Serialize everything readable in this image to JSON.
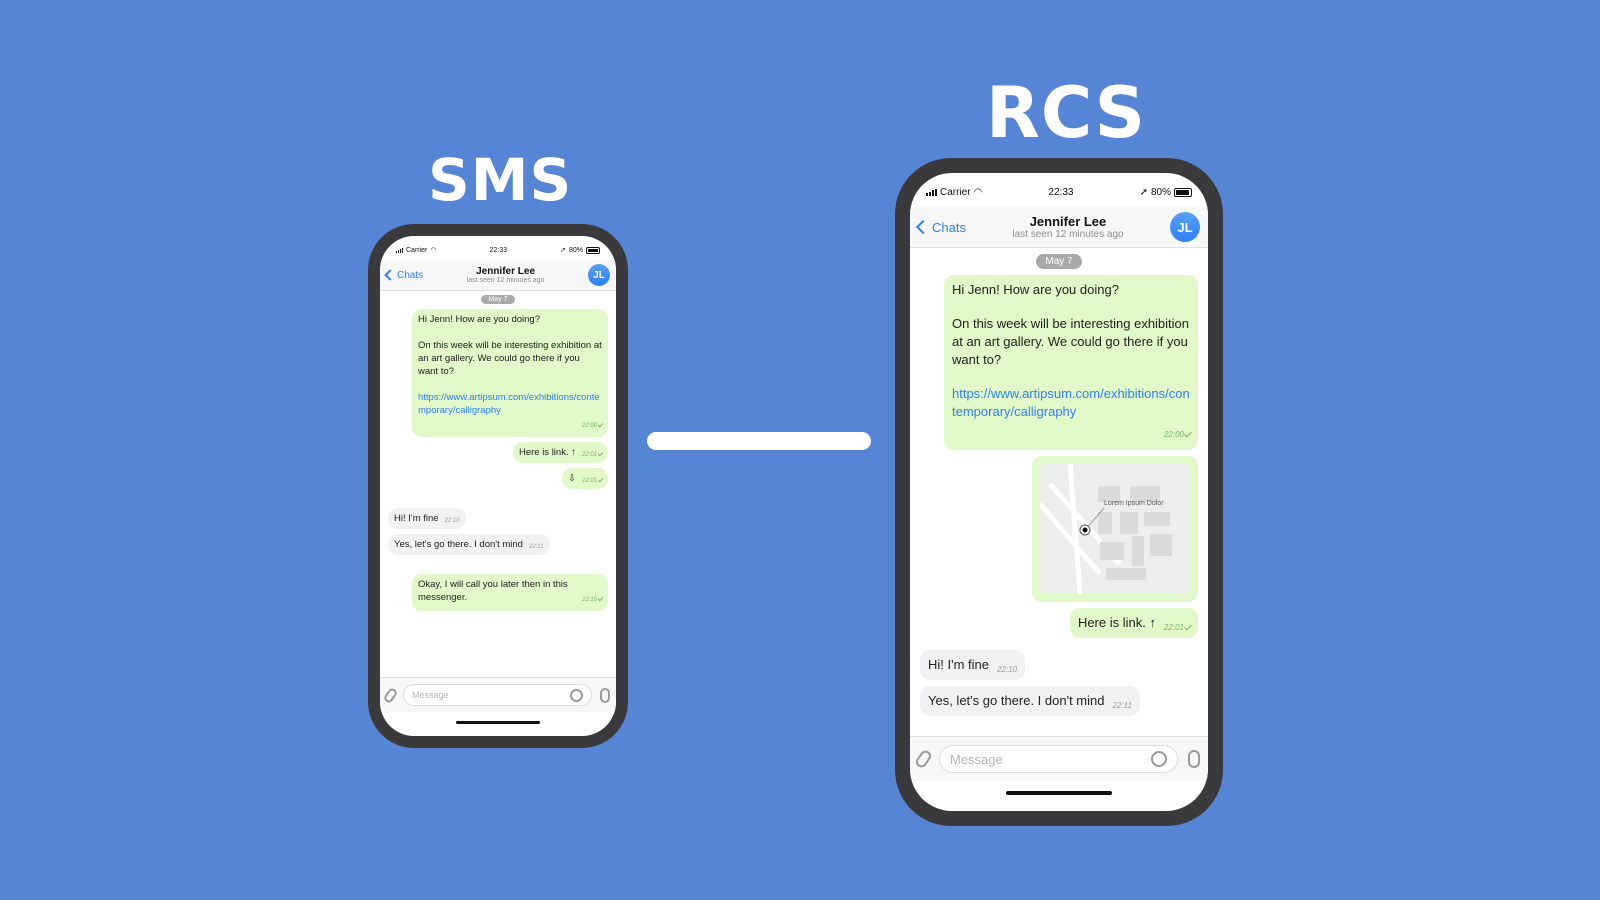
{
  "labels": {
    "sms": "SMS",
    "rcs": "RCS"
  },
  "colors": {
    "background": "#5785d5",
    "bubble_out": "#e1f8c8",
    "bubble_in": "#f1f1f3",
    "accent": "#2d7ff9"
  },
  "phone": {
    "status": {
      "carrier": "Carrier",
      "time": "22:33",
      "battery": "80%"
    },
    "nav": {
      "back": "Chats",
      "name": "Jennifer Lee",
      "subtitle": "last seen 12 minutes ago",
      "avatar": "JL"
    },
    "date": "May 7",
    "input_placeholder": "Message"
  },
  "sms_chat": {
    "msg1_line1": "Hi Jenn! How are you doing?",
    "msg1_line2": "On this week will be interesting exhibition at an art gallery. We could go there if you want to?",
    "msg1_link": "https://www.artipsum.com/exhibitions/contemporary/calligraphy",
    "msg1_time": "22:00",
    "msg2": "Here is link. ↑",
    "msg2_time": "22:01",
    "msg3": "⇩",
    "msg3_time": "22:01",
    "in1": "Hi! I'm fine",
    "in1_time": "22:10",
    "in2": "Yes, let's go there. I don't mind",
    "in2_time": "22:11",
    "msg4": "Okay, I will call you later then in this messenger.",
    "msg4_time": "22:15"
  },
  "rcs_chat": {
    "msg1_line1": "Hi Jenn! How are you doing?",
    "msg1_line2": "On this week will be interesting exhibition at an art gallery. We could go there if you want to?",
    "msg1_link": "https://www.artipsum.com/exhibitions/contemporary/calligraphy",
    "msg1_time": "22:00",
    "map_label": "Lorem Ipsum Dolor",
    "msg2": "Here is link. ↑",
    "msg2_time": "22:01",
    "in1": "Hi! I'm fine",
    "in1_time": "22:10",
    "in2": "Yes, let's go there. I don't mind",
    "in2_time": "22:11"
  }
}
